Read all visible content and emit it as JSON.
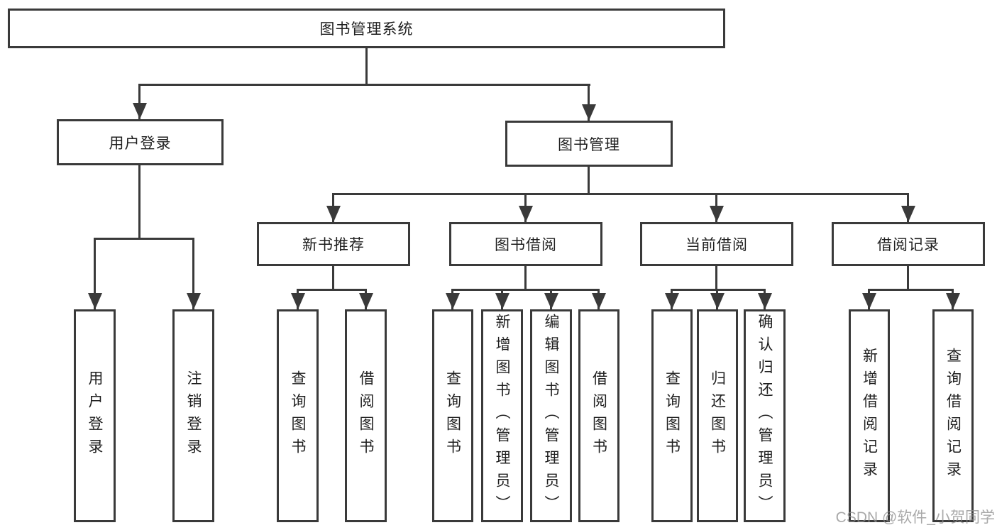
{
  "nodes": {
    "root": "图书管理系统",
    "branches": [
      {
        "label": "用户登录",
        "children": [
          "用户登录",
          "注销登录"
        ]
      },
      {
        "label": "图书管理",
        "groups": [
          {
            "label": "新书推荐",
            "children": [
              "查询图书",
              "借阅图书"
            ]
          },
          {
            "label": "图书借阅",
            "children": [
              "查询图书",
              "新增图书（管理员）",
              "编辑图书（管理员）",
              "借阅图书"
            ]
          },
          {
            "label": "当前借阅",
            "children": [
              "查询图书",
              "归还图书",
              "确认归还（管理员）"
            ]
          },
          {
            "label": "借阅记录",
            "children": [
              "新增借阅记录",
              "查询借阅记录"
            ]
          }
        ]
      }
    ]
  },
  "watermark": "CSDN @软件_小贺同学",
  "colors": {
    "line": "#3a3a3a",
    "text": "#1f1f1f",
    "background": "#ffffff",
    "watermark": "#8c8c8c"
  }
}
